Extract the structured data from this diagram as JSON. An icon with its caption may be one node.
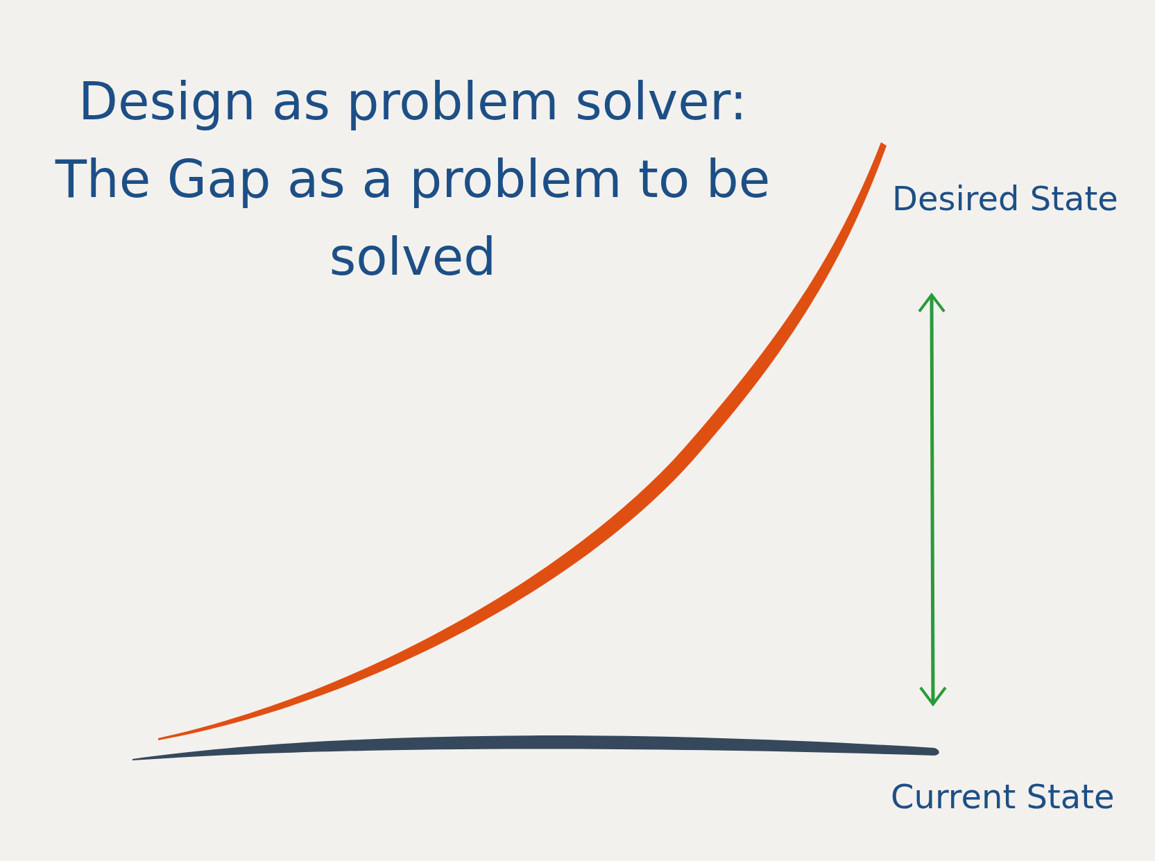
{
  "diagram": {
    "title": "Design as problem solver: The Gap as a problem to be solved",
    "labels": [
      "Desired State",
      "Current State"
    ]
  }
}
